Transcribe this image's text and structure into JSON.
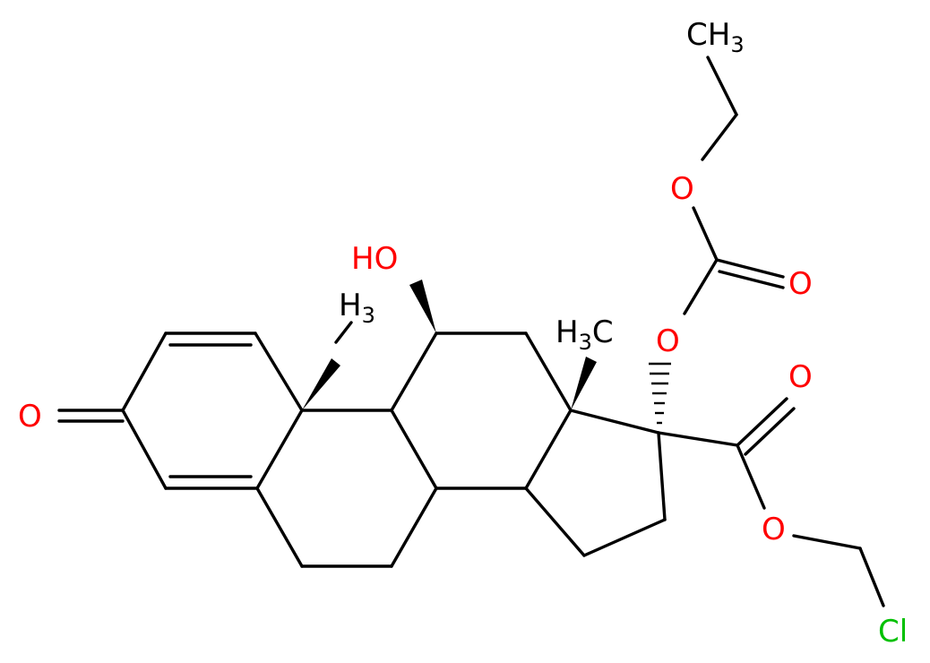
{
  "colors": {
    "bond": "#000000",
    "carbon": "#000000",
    "oxygen": "#ff0000",
    "chlorine": "#00c000"
  },
  "atoms": {
    "ketone_o": {
      "text": "O",
      "element": "oxygen"
    },
    "hydroxyl": {
      "text": "HO",
      "element": "oxygen"
    },
    "methyl_c10": {
      "text": "H",
      "sub": "3",
      "element": "carbon"
    },
    "methyl_c13": {
      "text": "H",
      "sub": "3",
      "suffix": "C",
      "element": "carbon"
    },
    "ester_o17": {
      "text": "O",
      "element": "oxygen"
    },
    "carbonate_o_ether": {
      "text": "O",
      "element": "oxygen"
    },
    "carbonate_o_carbonyl": {
      "text": "O",
      "element": "oxygen"
    },
    "ethyl_ch3": {
      "text": "CH",
      "sub": "3",
      "element": "carbon"
    },
    "ester_carbonyl_o": {
      "text": "O",
      "element": "oxygen"
    },
    "ester_o_link": {
      "text": "O",
      "element": "oxygen"
    },
    "chlorine": {
      "text": "Cl",
      "element": "chlorine"
    }
  }
}
